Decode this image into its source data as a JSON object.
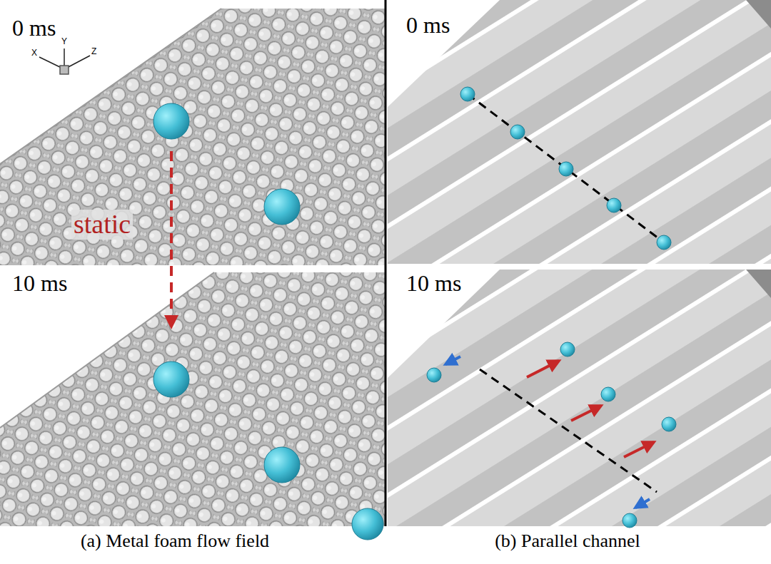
{
  "diagram": {
    "labels": [
      "0 ms",
      "X",
      "Y",
      "Z",
      "static",
      "10 ms",
      "0 ms",
      "10 ms",
      "(a) Metal foam flow field",
      "(b) Parallel channel"
    ]
  }
}
